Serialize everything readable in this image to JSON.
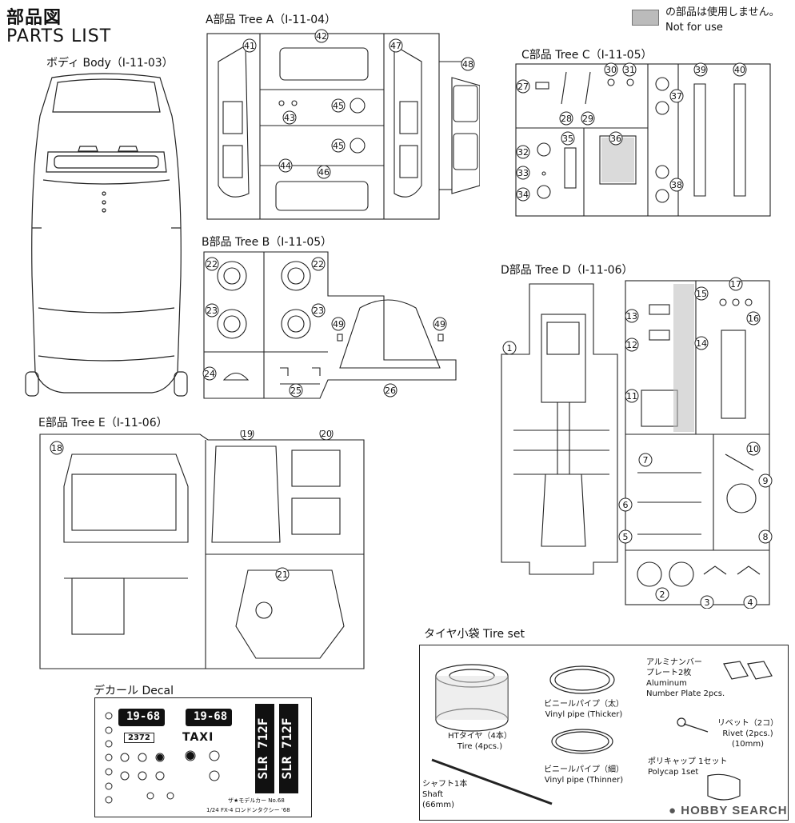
{
  "header": {
    "title_jp": "部品図",
    "title_en": "PARTS LIST"
  },
  "legend": {
    "line1": "の部品は使用しません。",
    "line2": "Not for use"
  },
  "sections": {
    "body": "ボディ Body（I-11-03）",
    "tree_a": "A部品 Tree A（I-11-04）",
    "tree_b": "B部品 Tree B（I-11-05）",
    "tree_c": "C部品 Tree C（I-11-05）",
    "tree_d": "D部品 Tree D（I-11-06）",
    "tree_e": "E部品 Tree E（I-11-06）",
    "decal": "デカール Decal",
    "tire_set": "タイヤ小袋 Tire set"
  },
  "tire_set_items": {
    "tire_jp": "HTタイヤ（4本）",
    "tire_en": "Tire (4pcs.)",
    "pipe_thick_jp": "ビニールパイプ（太）",
    "pipe_thick_en": "Vinyl pipe (Thicker)",
    "pipe_thin_jp": "ビニールパイプ（細）",
    "pipe_thin_en": "Vinyl pipe (Thinner)",
    "shaft_jp": "シャフト1本",
    "shaft_en": "Shaft",
    "shaft_len": "(66mm)",
    "plate_jp1": "アルミナンバー",
    "plate_jp2": "プレート2枚",
    "plate_en1": "Aluminum",
    "plate_en2": "Number Plate 2pcs.",
    "rivet_jp": "リベット（2コ）",
    "rivet_en": "Rivet (2pcs.)",
    "rivet_len": "(10mm)",
    "polycap_jp": "ポリキャップ 1セット",
    "polycap_en": "Polycap 1set"
  },
  "decal_items": {
    "plate1": "19-68",
    "plate2": "19-68",
    "taxi": "TAXI",
    "reg_a": "SLR 712F",
    "reg_b": "SLR 712F",
    "small_plate": "2372",
    "footer1": "ザ★モデルカー No.68",
    "footer2": "1/24 FX-4 ロンドンタクシー '68"
  },
  "watermark": "HOBBY SEARCH",
  "part_numbers": {
    "a": [
      "41",
      "42",
      "47",
      "48",
      "43",
      "45",
      "44",
      "45",
      "46"
    ],
    "b": [
      "22",
      "22",
      "23",
      "23",
      "49",
      "49",
      "24",
      "25",
      "26"
    ],
    "c": [
      "27",
      "30",
      "31",
      "39",
      "40",
      "37",
      "28",
      "29",
      "35",
      "36",
      "32",
      "33",
      "34",
      "38"
    ],
    "d": [
      "1",
      "15",
      "17",
      "13",
      "16",
      "12",
      "14",
      "11",
      "10",
      "7",
      "9",
      "6",
      "5",
      "8",
      "2",
      "3",
      "4"
    ],
    "e": [
      "18",
      "19",
      "20",
      "21"
    ]
  }
}
